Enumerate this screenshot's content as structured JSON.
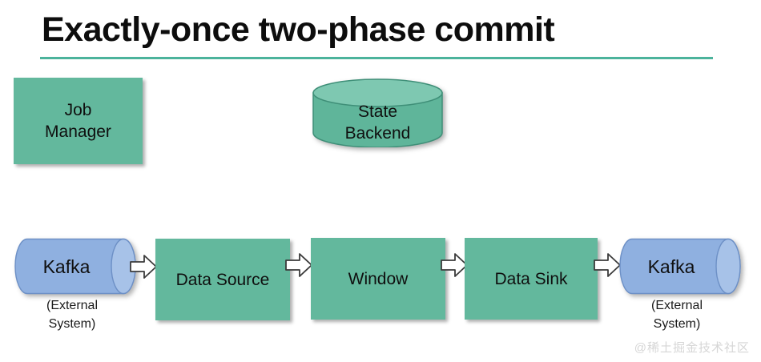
{
  "slide": {
    "title": "Exactly-once two-phase commit",
    "accent_color": "#4cb39c",
    "green_fill": "#63b89d",
    "blue_fill": "#8fb0e0",
    "background": "#ffffff",
    "watermark": "@稀土掘金技术社区"
  },
  "nodes": {
    "job_manager": {
      "label_line1": "Job",
      "label_line2": "Manager",
      "shape": "rectangle",
      "color": "#63b89d"
    },
    "state_backend": {
      "label_line1": "State",
      "label_line2": "Backend",
      "shape": "cylinder",
      "color": "#63b89d"
    },
    "kafka_source": {
      "label": "Kafka",
      "caption_line1": "(External",
      "caption_line2": "System)",
      "shape": "cylinder-horizontal",
      "color": "#8fb0e0"
    },
    "data_source": {
      "label": "Data Source",
      "shape": "rectangle",
      "color": "#63b89d"
    },
    "window": {
      "label": "Window",
      "shape": "rectangle",
      "color": "#63b89d"
    },
    "data_sink": {
      "label": "Data Sink",
      "shape": "rectangle",
      "color": "#63b89d"
    },
    "kafka_sink": {
      "label": "Kafka",
      "caption_line1": "(External",
      "caption_line2": "System)",
      "shape": "cylinder-horizontal",
      "color": "#8fb0e0"
    }
  },
  "arrows": [
    {
      "name": "kafka-source-to-data-source",
      "direction": "right"
    },
    {
      "name": "data-source-to-window",
      "direction": "right"
    },
    {
      "name": "window-to-data-sink",
      "direction": "right"
    },
    {
      "name": "data-sink-to-kafka-sink",
      "direction": "right"
    }
  ]
}
